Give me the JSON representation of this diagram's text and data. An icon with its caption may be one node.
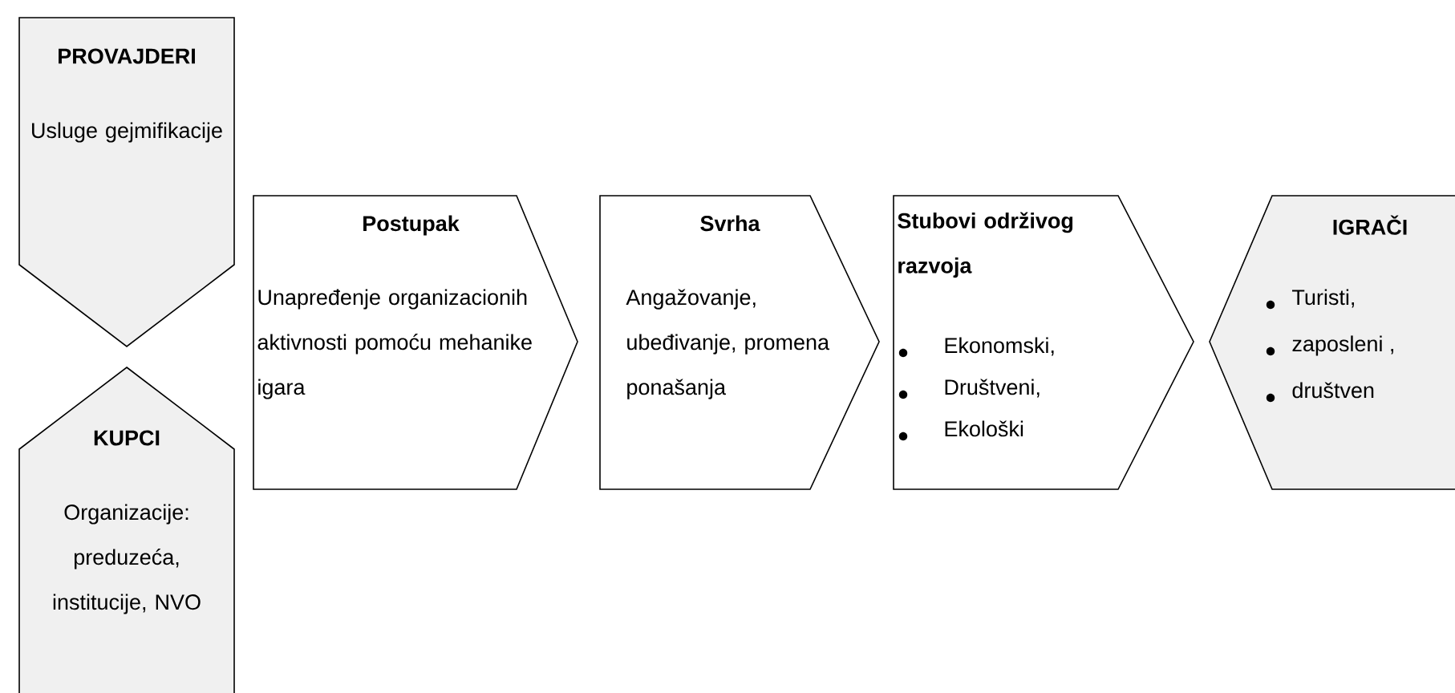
{
  "diagram": {
    "nodes": [
      {
        "text": [
          "PROVAJDERI",
          "Usluge gejmifikacije"
        ]
      },
      {
        "text": [
          "KUPCI",
          "Organizacije: preduzeća, institucije, NVO"
        ]
      },
      {
        "text": [
          "Postupak",
          "Unapređenje organizacionih aktivnosti pomoću mehanike igara"
        ]
      },
      {
        "text": [
          "Svrha",
          "Angažovanje, ubeđivanje, promena ponašanja"
        ]
      },
      {
        "text": [
          "Stubovi održivog razvoja",
          "Ekonomski,",
          "Društveni,",
          "Ekološki"
        ]
      },
      {
        "text": [
          "IGRAČI",
          "Turisti,",
          "zaposleni ,",
          "društven"
        ]
      }
    ]
  }
}
